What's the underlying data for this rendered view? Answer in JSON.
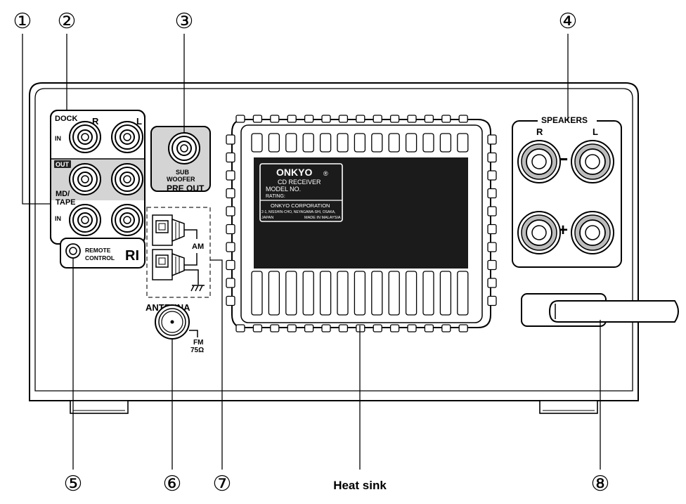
{
  "callouts": [
    "①",
    "②",
    "③",
    "④",
    "⑤",
    "⑥",
    "⑦",
    "⑧"
  ],
  "dock_panel": {
    "dock": "DOCK",
    "in": "IN",
    "r": "R",
    "l": "L",
    "out": "OUT",
    "md_tape_1": "MD/",
    "md_tape_2": "TAPE",
    "in2": "IN"
  },
  "remote": {
    "line1": "REMOTE",
    "line2": "CONTROL",
    "ri_logo": "RI"
  },
  "preout": {
    "sub": "SUB",
    "woofer": "WOOFER",
    "pre_out": "PRE OUT"
  },
  "antenna": {
    "am": "AM",
    "antenna": "ANTENNA",
    "fm": "FM",
    "ohm": "75Ω"
  },
  "label_plate": {
    "brand": "ONKYO",
    "reg": "®",
    "product": "CD RECEIVER",
    "model": "MODEL NO.",
    "rating": "RATING:",
    "corp": "ONKYO  CORPORATION",
    "addr1": "2-1, NISSHIN-CHO, NEYAGAWA-SHI, OSAKA,",
    "country": "JAPAN",
    "made": "MADE IN MALAYSIA"
  },
  "speakers": {
    "title": "SPEAKERS",
    "r": "R",
    "l": "L",
    "minus": "−",
    "plus": "+"
  },
  "heat_sink": "Heat sink"
}
